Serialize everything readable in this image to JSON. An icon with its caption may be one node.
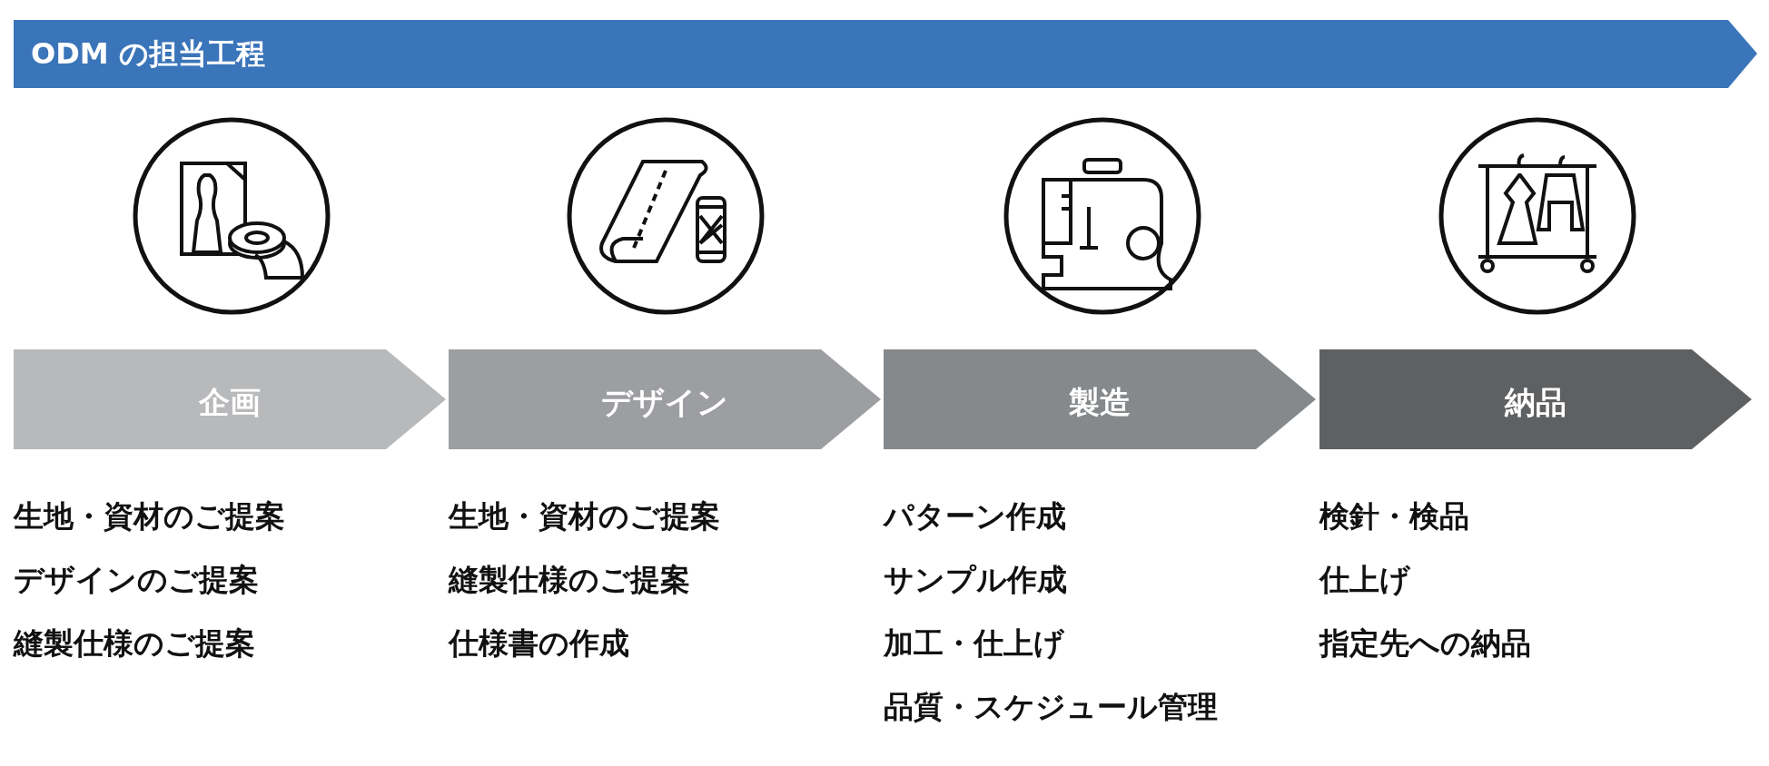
{
  "diagram": {
    "title": "ODM の担当工程",
    "nodes": [
      {
        "text": [
          "企画"
        ],
        "beside": [
          "生地・資材のご提案",
          "デザインのご提案",
          "縫製仕様のご提案"
        ]
      },
      {
        "text": [
          "デザイン"
        ],
        "beside": [
          "生地・資材のご提案",
          "縫製仕様のご提案",
          "仕様書の作成"
        ]
      },
      {
        "text": [
          "製造"
        ],
        "beside": [
          "パターン作成",
          "サンプル作成",
          "加工・仕上げ",
          "品質・スケジュール管理"
        ]
      },
      {
        "text": [
          "納品"
        ],
        "beside": [
          "検針・検品",
          "仕上げ",
          "指定先への納品"
        ]
      }
    ],
    "edges": []
  }
}
